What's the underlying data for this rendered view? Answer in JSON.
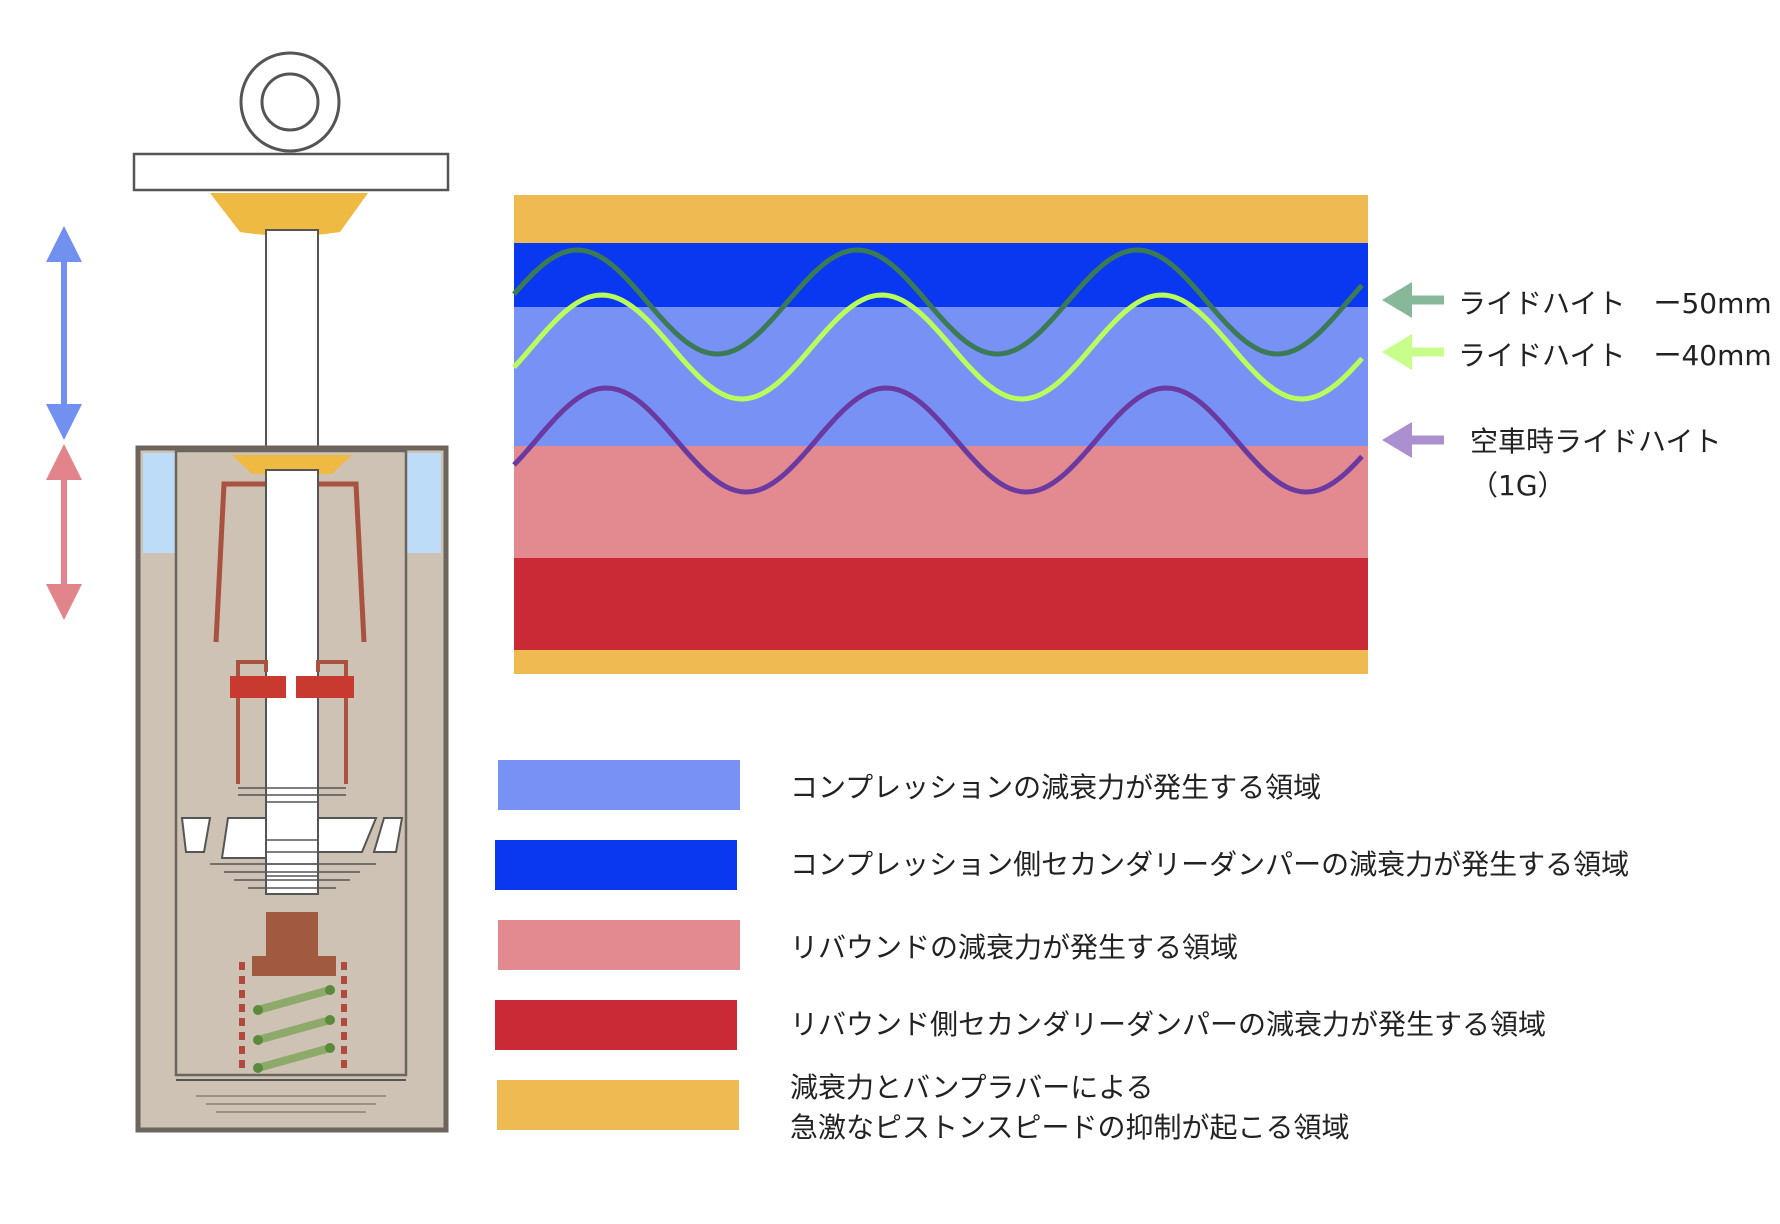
{
  "colors": {
    "compression": "#7891f5",
    "compression_secondary": "#0a37f0",
    "rebound": "#e28a8f",
    "rebound_secondary": "#c92a35",
    "bump_rubber": "#eeba51",
    "wave_minus50": "#3a7a55",
    "wave_minus40": "#b9ff5a",
    "wave_1g": "#6a3aa0",
    "arrow_minus50": "#88b89a",
    "arrow_minus40": "#c8ff8a",
    "arrow_1g": "#ab8fcf",
    "stroke_compression_arrow": "#7290f0",
    "stroke_rebound_arrow": "#e2848c"
  },
  "wave_labels": [
    {
      "text": "ライドハイト　ー50mm",
      "arrow_icon": "arrow-left-icon"
    },
    {
      "text": "ライドハイト　ー40mm",
      "arrow_icon": "arrow-left-icon"
    },
    {
      "text_line1": "空車時ライドハイト",
      "text_line2": "（1G）",
      "arrow_icon": "arrow-left-icon"
    }
  ],
  "legend": [
    {
      "label": "コンプレッションの減衰力が発生する領域"
    },
    {
      "label": "コンプレッション側セカンダリーダンパーの減衰力が発生する領域"
    },
    {
      "label": "リバウンドの減衰力が発生する領域"
    },
    {
      "label": "リバウンド側セカンダリーダンパーの減衰力が発生する領域"
    },
    {
      "label_line1": "減衰力とバンプラバーによる",
      "label_line2": "急激なピストンスピードの抑制が起こる領域"
    }
  ]
}
